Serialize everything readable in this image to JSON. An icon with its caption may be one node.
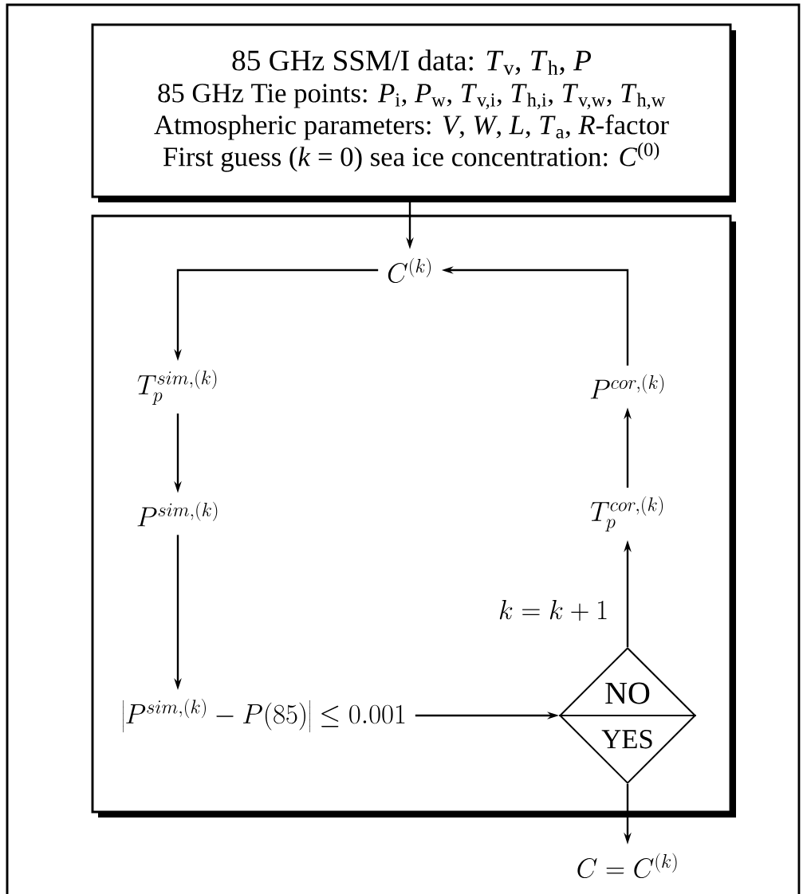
{
  "diagram": {
    "nodes": [
      {
        "text": [
          "85 GHz SSM/I data: *T*$_{v}$, *T*$_{h}$, *P*",
          "85 GHz Tie points: *P*$_{i}$, *P*$_{w}$, *T*$_{v,i}$, *T*$_{h,i}$, *T*$_{v,w}$, *T*$_{h,w}$",
          "Atmospheric parameters: *V*, *W*, *L*, *T*$_{a}$, *R*-factor",
          "First guess (*k* = 0) sea ice concentration: *C*$^{(0)}$"
        ]
      },
      {
        "text": [],
        "shape": "box"
      },
      {
        "text": [
          "C^{(k)}"
        ],
        "in": 1
      },
      {
        "text": [
          "T_p^{sim,(k)}"
        ],
        "in": 1
      },
      {
        "text": [
          "P^{sim,(k)}"
        ],
        "in": 1
      },
      {
        "text": [
          "\\left|P^{sim,(k)}-P(85)\\right|\\leq 0.001"
        ],
        "in": 1
      },
      {
        "text": [
          "NO",
          "YES"
        ],
        "in": 1
      },
      {
        "text": [
          "T_p^{cor,(k)}"
        ],
        "in": 1
      },
      {
        "text": [
          "P^{cor,(k)}"
        ],
        "in": 1
      },
      {
        "text": [
          "C=C^{(k)}"
        ]
      }
    ],
    "edges": [
      {
        "from": 0,
        "to": 2,
        "arrow": "to"
      },
      {
        "from": 2,
        "to": 3,
        "arrow": "to"
      },
      {
        "from": 3,
        "to": 4,
        "arrow": "to"
      },
      {
        "from": 4,
        "to": 5,
        "arrow": "to"
      },
      {
        "from": 5,
        "to": 6,
        "arrow": "to"
      },
      {
        "from": 6,
        "to": 7,
        "arrow": "to",
        "label": "k=k+1"
      },
      {
        "from": 7,
        "to": 8,
        "arrow": "to"
      },
      {
        "from": 8,
        "to": 2,
        "arrow": "to"
      },
      {
        "from": 6,
        "to": 9,
        "arrow": "to"
      }
    ]
  }
}
